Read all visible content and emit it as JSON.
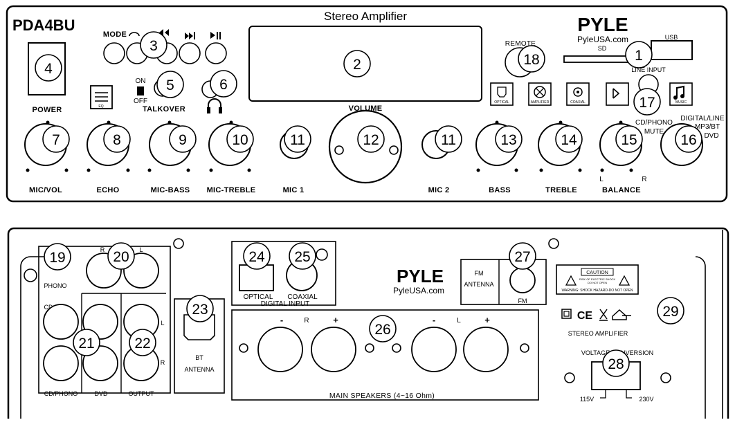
{
  "front_panel": {
    "model": "PDA4BU",
    "title": "Stereo Amplifier",
    "brand": "PYLE",
    "website": "PyleUSA.com",
    "labels": {
      "mode": "MODE",
      "power": "POWER",
      "on": "ON",
      "off": "OFF",
      "talkover": "TALKOVER",
      "volume": "VOLUME",
      "remote": "REMOTE",
      "usb": "USB",
      "sd": "SD",
      "line_input": "LINE INPUT",
      "mic_vol": "MIC/VOL",
      "echo": "ECHO",
      "mic_bass": "MIC-BASS",
      "mic_treble": "MIC-TREBLE",
      "mic1": "MIC 1",
      "mic2": "MIC 2",
      "bass": "BASS",
      "treble": "TREBLE",
      "balance": "BALANCE",
      "bal_l": "L",
      "bal_r": "R",
      "cd_phono": "CD/PHONO",
      "mute": "MUTE",
      "digital_line": "DIGITAL/LINE",
      "mp3_bt": "MP3/BT",
      "dvd": "DVD",
      "eq_icon": "EQ",
      "optical_icon": "OPTICAL",
      "amplifier_icon": "AMPLIFIER",
      "coaxial_icon": "COAXIAL",
      "music_icon": "MUSIC"
    }
  },
  "rear_panel": {
    "brand": "PYLE",
    "website": "PyleUSA.com",
    "labels": {
      "r": "R",
      "l": "L",
      "phono": "PHONO",
      "cd": "CD",
      "cd_phono": "CD/PHONO",
      "dvd": "DVD",
      "output": "OUTPUT",
      "out_l": "L",
      "out_r": "R",
      "bt": "BT",
      "antenna": "ANTENNA",
      "optical": "OPTICAL",
      "coaxial": "COAXIAL",
      "digital_input": "DIGITAL INPUT",
      "minus_r": "-",
      "r_mark": "R",
      "plus_r": "+",
      "minus_l": "-",
      "l_mark": "L",
      "plus_l": "+",
      "main_speakers": "MAIN SPEAKERS (4~16 Ohm)",
      "fm": "FM",
      "fm_antenna_top": "FM",
      "fm_antenna_bottom": "ANTENNA",
      "caution": "CAUTION",
      "caution_line1": "RISK OF ELECTRIC SHOCK",
      "caution_line2": "DO NOT OPEN",
      "warning": "WARNING: SHOCK HAZARD-DO NOT OPEN",
      "stereo_amplifier": "STEREO AMPLIFIER",
      "voltage_conversion": "VOLTAGE CONVERSION",
      "v115": "115V",
      "v230": "230V",
      "ce": "CE"
    }
  },
  "callouts": [
    "1",
    "2",
    "3",
    "4",
    "5",
    "6",
    "7",
    "8",
    "9",
    "10",
    "11",
    "12",
    "13",
    "14",
    "15",
    "16",
    "17",
    "18",
    "19",
    "20",
    "21",
    "22",
    "23",
    "24",
    "25",
    "26",
    "27",
    "28",
    "29"
  ]
}
